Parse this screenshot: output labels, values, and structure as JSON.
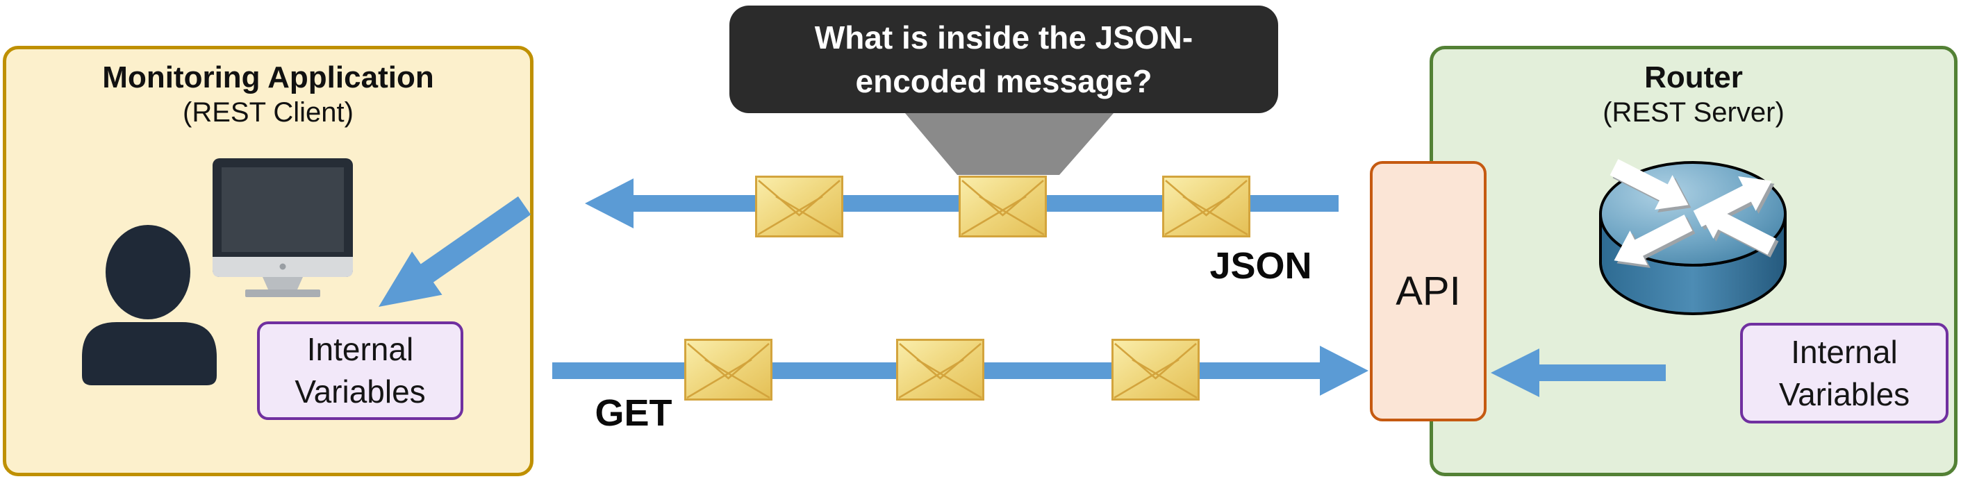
{
  "client": {
    "title": "Monitoring Application",
    "subtitle": "(REST Client)",
    "internal_variables": "Internal\nVariables"
  },
  "server": {
    "title": "Router",
    "subtitle": "(REST Server)",
    "internal_variables": "Internal\nVariables"
  },
  "api": {
    "label": "API"
  },
  "callout": {
    "text": "What is inside the JSON-\nencoded message?"
  },
  "flows": {
    "response_label": "JSON",
    "request_label": "GET"
  },
  "icons": [
    "person-icon",
    "monitor-icon",
    "router-icon",
    "envelope-icon",
    "callout-pointer",
    "arrow-left-icon",
    "arrow-right-icon",
    "arrow-diagonal-icon"
  ],
  "colors": {
    "client_fill": "#FCF0CC",
    "client_border": "#BF9000",
    "server_fill": "#E3EFDA",
    "server_border": "#538135",
    "variables_fill": "#F2E8F9",
    "variables_border": "#7030A0",
    "api_fill": "#FBE5D6",
    "api_border": "#C55A11",
    "arrow": "#5B9BD5",
    "callout_fill": "#2B2B2B",
    "callout_text": "#FFFFFF",
    "envelope_border": "#D3A43D",
    "funnel": "#8A8A8A",
    "icon_dark": "#1F2937"
  }
}
